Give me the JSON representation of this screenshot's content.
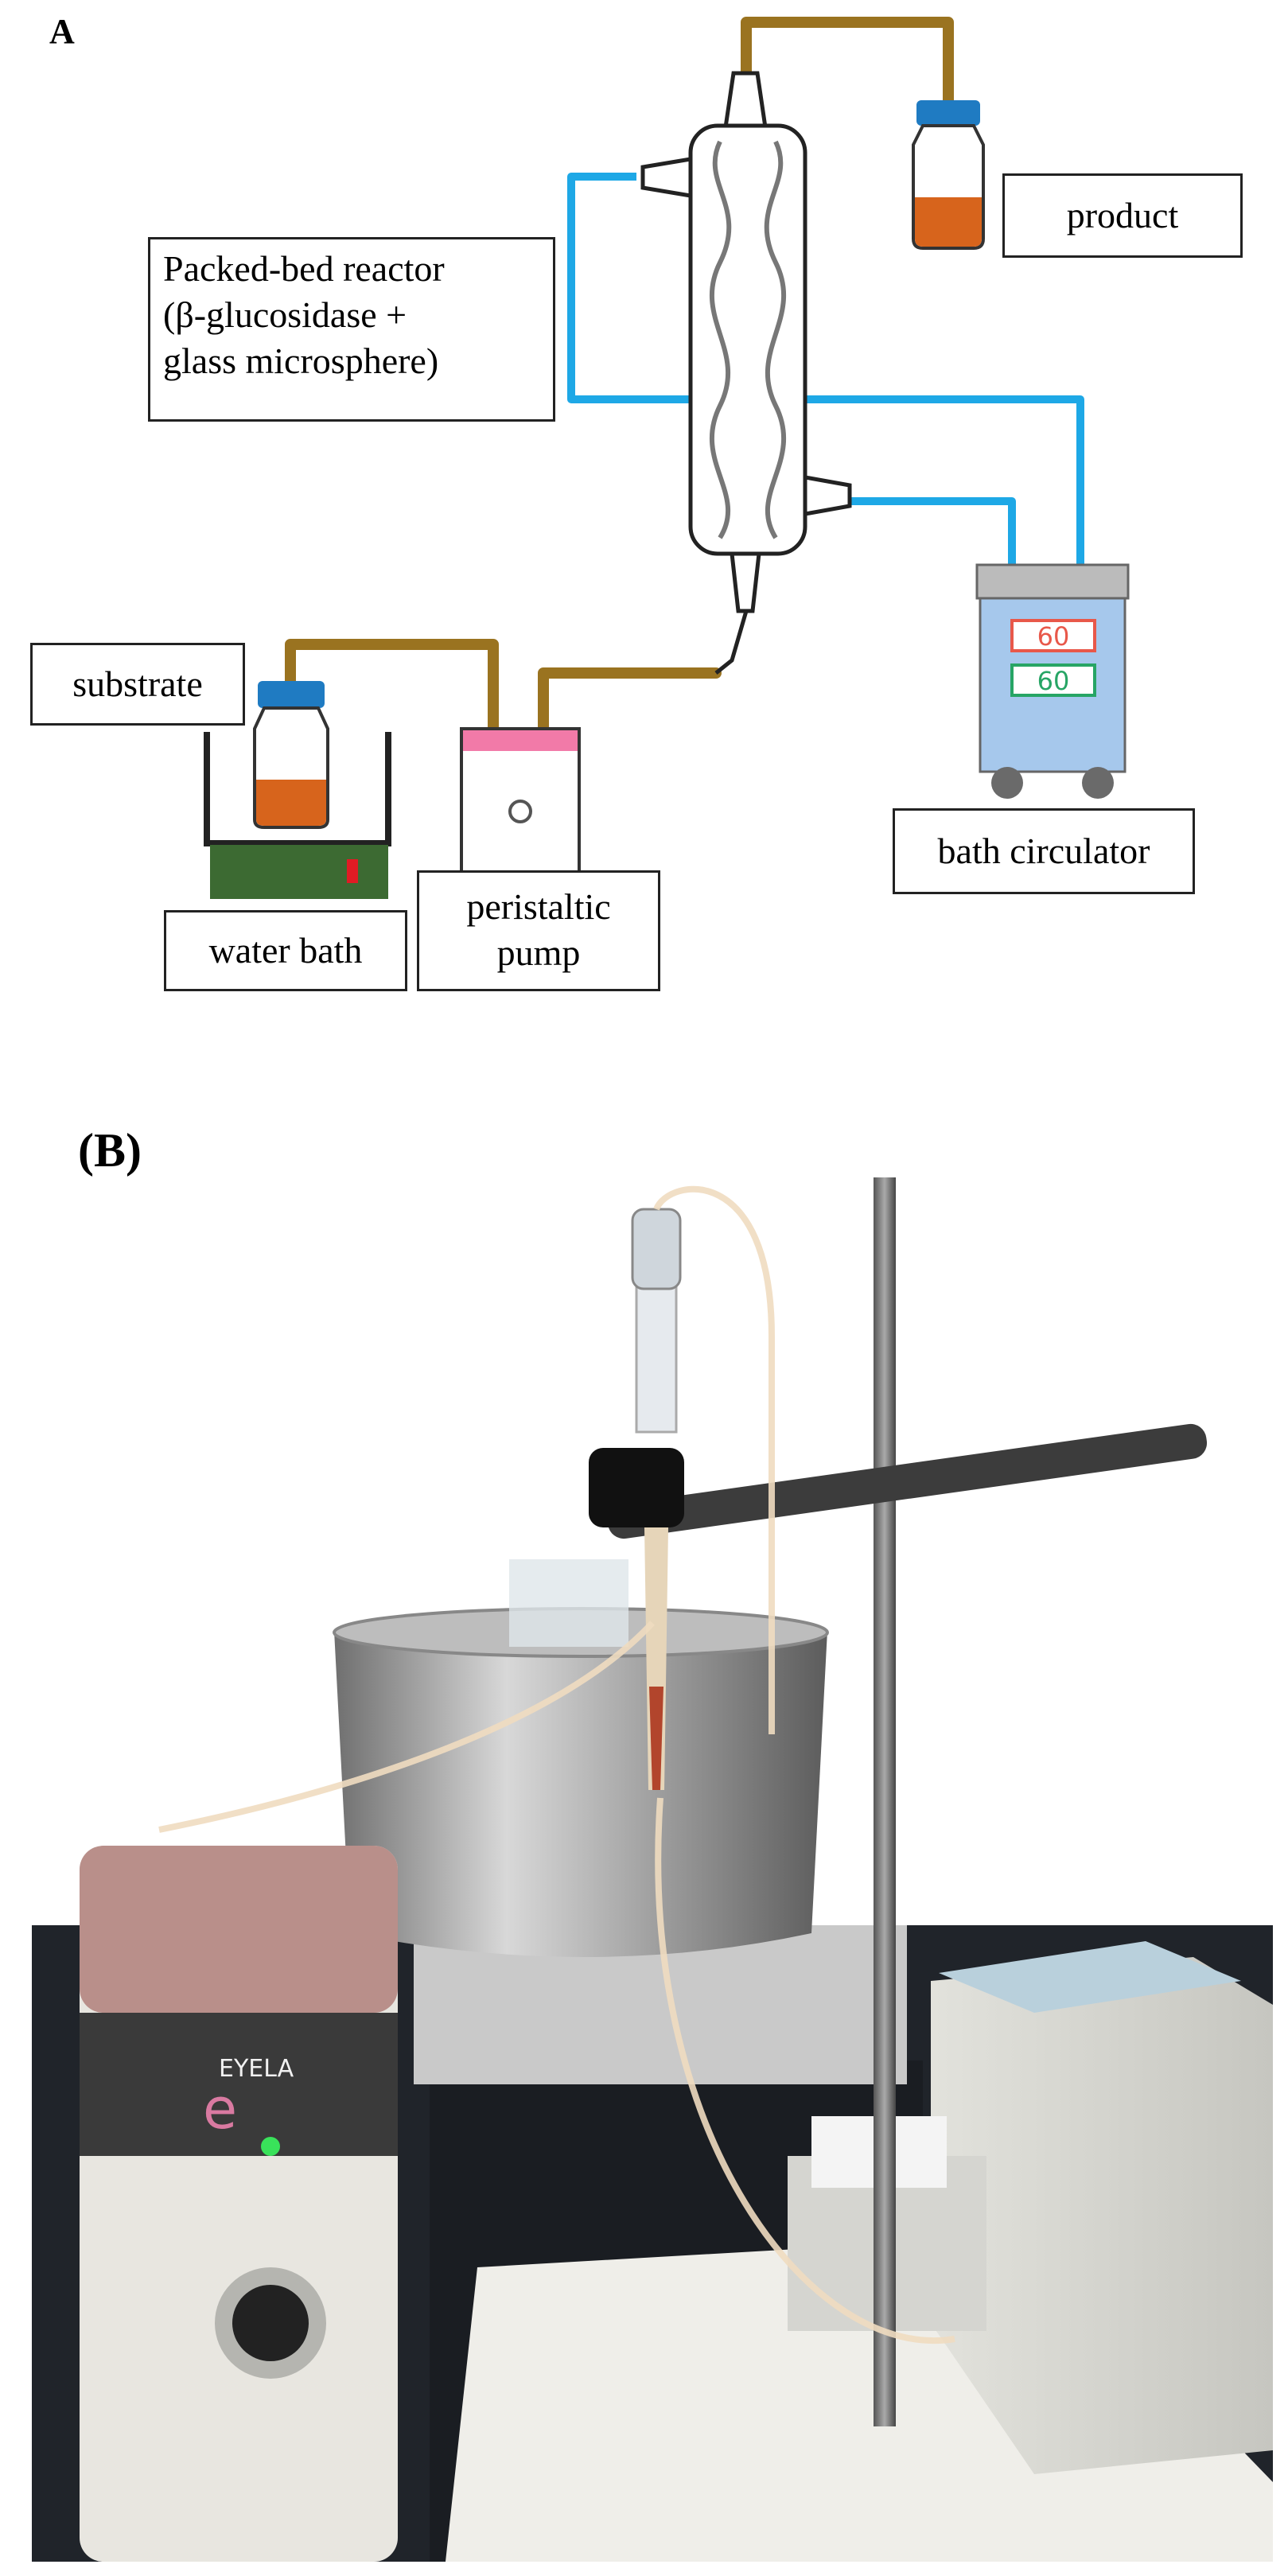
{
  "panel_a": {
    "label": "A",
    "labels": {
      "reactor": [
        "Packed-bed reactor",
        "(β-glucosidase +",
        "glass microsphere)"
      ],
      "product": "product",
      "substrate": "substrate",
      "water_bath": "water bath",
      "pump": [
        "peristaltic",
        "pump"
      ],
      "circulator": "bath circulator"
    },
    "circulator_display": {
      "top": "60",
      "bottom": "60",
      "top_color": "#e8584a",
      "bottom_color": "#27a565"
    },
    "colors": {
      "tube_gold": "#9a7320",
      "tube_cyan": "#1ea8e6",
      "cap_blue": "#1f7bc2",
      "liquid_orange": "#d7641c",
      "pump_pink": "#f27aa8",
      "bath_green": "#3c6a32",
      "circulator_blue": "#a6c8ec",
      "indicator_red": "#e01b24"
    }
  },
  "panel_b": {
    "label": "(B)",
    "device_text": [
      "EYELA",
      "e"
    ]
  }
}
